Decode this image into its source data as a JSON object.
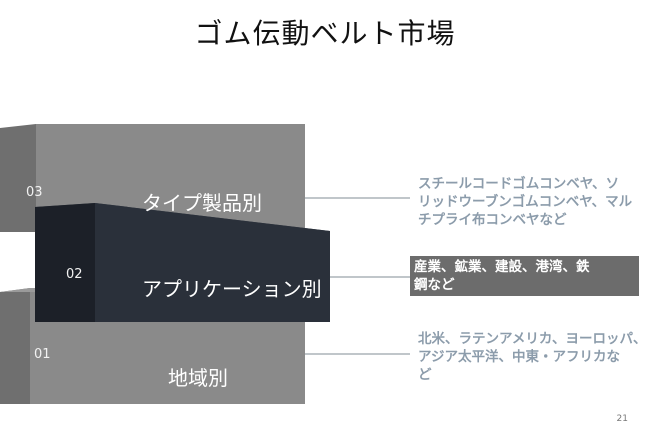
{
  "title": "ゴム伝動ベルト市場",
  "layers": [
    {
      "num": "03",
      "label": "タイプ製品別",
      "desc_lines": [
        "スチールコードゴムコンベヤ、ソ",
        "リッドウーブンゴムコンベヤ、マル",
        "チプライ布コンベヤなど"
      ]
    },
    {
      "num": "02",
      "label": "アプリケーション別",
      "desc_lines": [
        "産業、鉱業、建設、港湾、鉄",
        "鋼など"
      ]
    },
    {
      "num": "01",
      "label": "地域別",
      "desc_lines": [
        "北米、ラテンアメリカ、ヨーロッパ、",
        "アジア太平洋、中東・アフリカな",
        "ど"
      ]
    }
  ],
  "page_number": "21",
  "colors": {
    "grey_layer": "#8a8a8a",
    "dark_layer": "#2a303a",
    "desc_text": "#8c9cab",
    "highlight_bg": "#6c6c6c"
  }
}
